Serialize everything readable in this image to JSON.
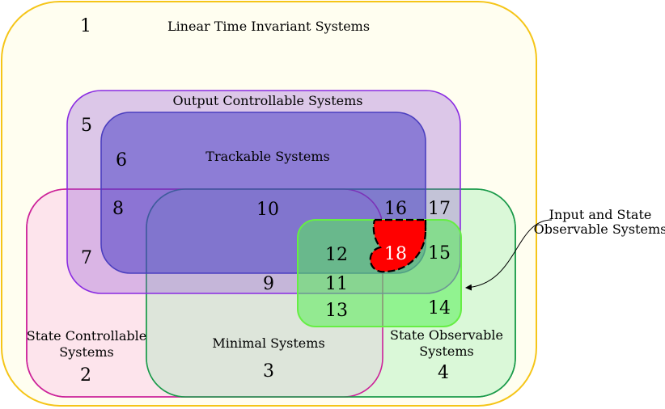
{
  "regions": {
    "lti": {
      "label": "Linear Time Invariant Systems",
      "number": "1",
      "color": "#f5c518"
    },
    "output_controllable": {
      "label": "Output Controllable Systems",
      "number": "5",
      "color": "#8a2be2"
    },
    "trackable": {
      "label": "Trackable Systems",
      "number": "6",
      "color": "#4b3fbf"
    },
    "state_controllable": {
      "label_line1": "State Controllable",
      "label_line2": "Systems",
      "number": "2",
      "color": "#cc2299"
    },
    "minimal": {
      "label": "Minimal Systems",
      "number": "3",
      "color": "#555555"
    },
    "state_observable": {
      "label_line1": "State Observable",
      "label_line2": "Systems",
      "number": "4",
      "color": "#1a9a4a"
    },
    "input_state_observable": {
      "label_line1": "Input and State",
      "label_line2": "Observable Systems",
      "color": "#66ee44"
    },
    "region_18": {
      "number": "18",
      "color": "#ff0000"
    }
  },
  "numbers": {
    "n7": "7",
    "n8": "8",
    "n9": "9",
    "n10": "10",
    "n11": "11",
    "n12": "12",
    "n13": "13",
    "n14": "14",
    "n15": "15",
    "n16": "16",
    "n17": "17"
  }
}
